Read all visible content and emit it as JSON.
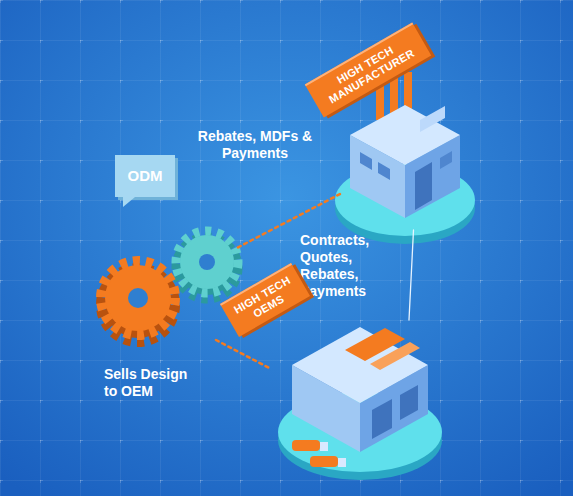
{
  "diagram": {
    "nodes": [
      {
        "text": [
          "HIGH TECH MANUFACTURER"
        ]
      },
      {
        "text": [
          "ODM"
        ]
      },
      {
        "text": [
          "HIGH TECH OEMS"
        ]
      }
    ],
    "edges": [
      {
        "from": 1,
        "to": 0,
        "arrow": "none",
        "label": "Rebates, MDFs & Payments"
      },
      {
        "from": 0,
        "to": 2,
        "arrow": "none",
        "label": "Contracts, Quotes, Rebates, Payments"
      },
      {
        "from": 1,
        "to": 2,
        "arrow": "none",
        "label": "Sells Design to OEM"
      }
    ]
  }
}
